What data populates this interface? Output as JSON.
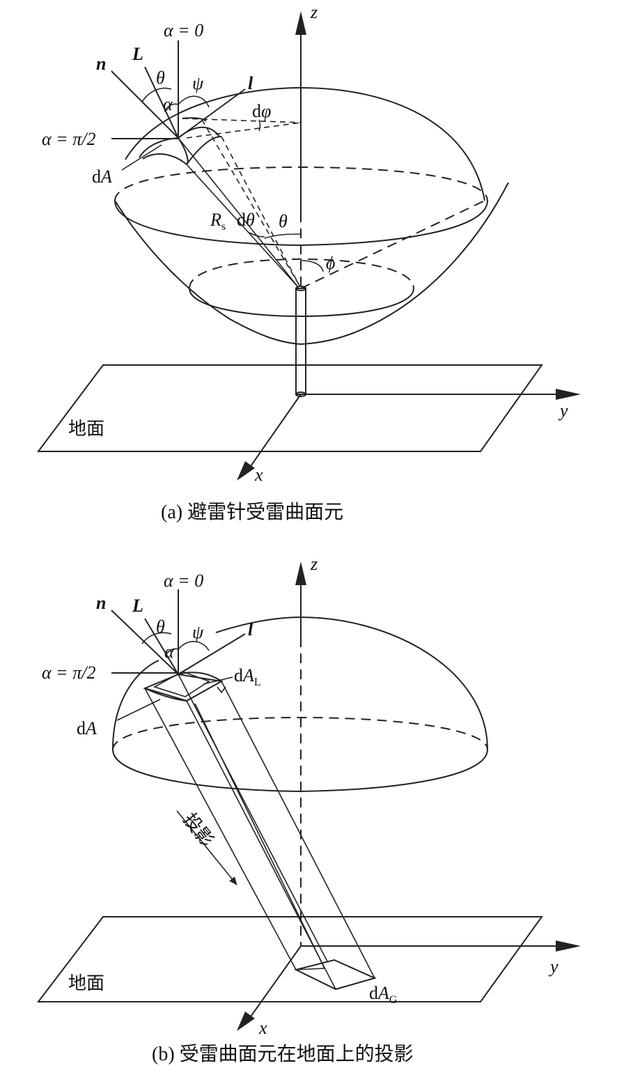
{
  "panel_a": {
    "labels": {
      "z": "z",
      "alpha0": "α = 0",
      "alpha_half_pi": "α = π/2",
      "n": "n",
      "L": "L",
      "l": "l",
      "theta": "θ",
      "psi": "ψ",
      "alpha": "α",
      "dphi_d": "d",
      "dphi_sym": "φ",
      "dA_d": "d",
      "dA_sym": "A",
      "Rs_R": "R",
      "Rs_sub": "s",
      "dtheta_d": "d",
      "dtheta_sym": "θ",
      "theta2": "θ",
      "phi": "ϕ",
      "ground": "地面",
      "y": "y",
      "x": "x"
    },
    "caption": "(a) 避雷针受雷曲面元"
  },
  "panel_b": {
    "labels": {
      "z": "z",
      "alpha0": "α = 0",
      "alpha_half_pi": "α = π/2",
      "n": "n",
      "L": "L",
      "l": "l",
      "theta": "θ",
      "psi": "ψ",
      "alpha": "α",
      "dAL_d": "d",
      "dAL_sym": "A",
      "dAL_sub": "L",
      "dA_d": "d",
      "dA_sym": "A",
      "projection": "投影",
      "ground": "地面",
      "y": "y",
      "x": "x",
      "dAG_d": "d",
      "dAG_sym": "A",
      "dAG_sub": "G"
    },
    "caption": "(b) 受雷曲面元在地面上的投影"
  }
}
